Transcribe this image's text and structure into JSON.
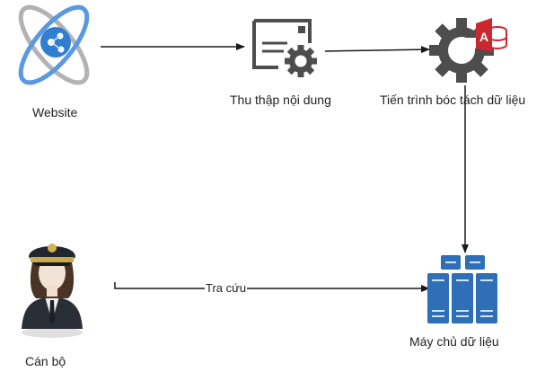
{
  "nodes": {
    "website": {
      "label": "Website"
    },
    "collect": {
      "label": "Thu thập nội dung"
    },
    "extract": {
      "label": "Tiến trình bóc tách dữ liệu"
    },
    "server": {
      "label": "Máy chủ dữ liệu"
    },
    "officer": {
      "label": "Cán bộ"
    }
  },
  "edges": {
    "lookup": {
      "label": "Tra cứu"
    }
  },
  "colors": {
    "line": "#1a1a1a",
    "gear": "#4d4d4d",
    "access_red": "#c8282e",
    "server_blue": "#2e6fb7",
    "web_blue": "#2f7fd1",
    "orbit_gray": "#b3b3b3",
    "orbit_blue": "#5a98e0"
  }
}
